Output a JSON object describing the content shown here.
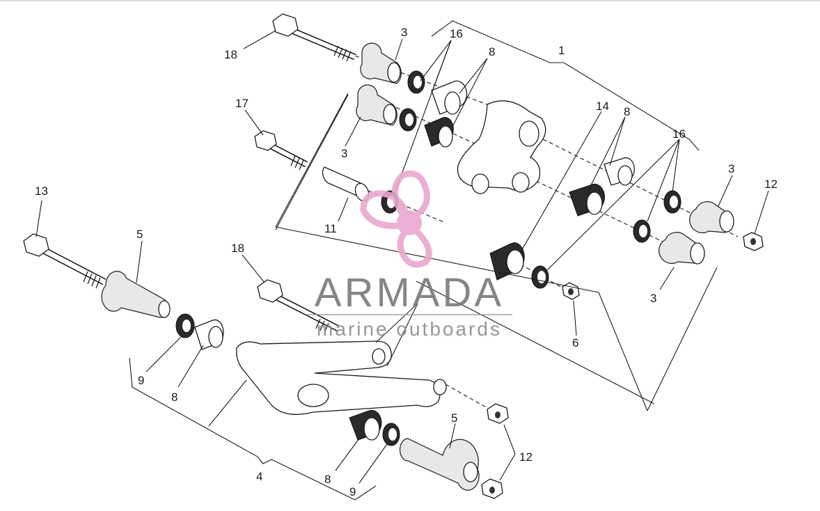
{
  "watermark": {
    "brand": "ARMADA",
    "tagline": "marine outboards",
    "logo_color": "#e9a7cf",
    "text_color": "#7a7a7a"
  },
  "callouts": {
    "top_1": "1",
    "top_3a": "3",
    "top_3b": "3",
    "top_3c": "3",
    "top_3d": "3",
    "top_16a": "16",
    "top_16b": "16",
    "top_8a": "8",
    "top_8b": "8",
    "top_14": "14",
    "top_17": "17",
    "top_18": "18",
    "top_11": "11",
    "top_12": "12",
    "top_6": "6",
    "bot_13": "13",
    "bot_5a": "5",
    "bot_5b": "5",
    "bot_18": "18",
    "bot_9a": "9",
    "bot_9b": "9",
    "bot_8a": "8",
    "bot_8b": "8",
    "bot_4": "4",
    "bot_12": "12"
  }
}
